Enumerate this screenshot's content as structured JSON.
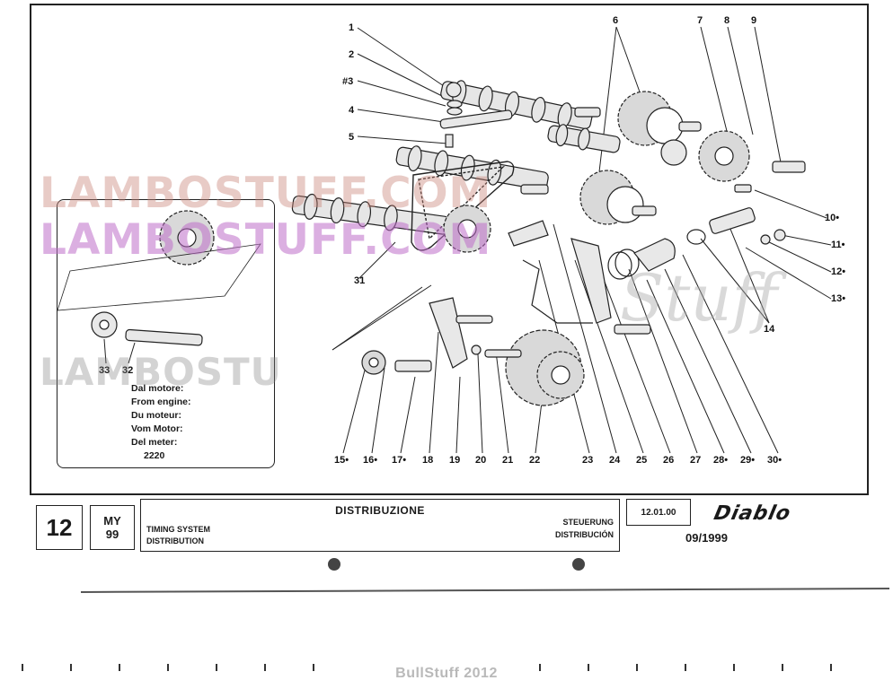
{
  "section": {
    "number": "12"
  },
  "model_year": {
    "label": "MY",
    "year": "99"
  },
  "title": {
    "italian": "DISTRIBUZIONE",
    "english_1": "TIMING SYSTEM",
    "english_2": "DISTRIBUTION",
    "german": "STEUERUNG",
    "spanish": "DISTRIBUCIÓN"
  },
  "sheet_code": "12.01.00",
  "issue_date": "09/1999",
  "model_logo": "Diablo",
  "inset": {
    "labels": [
      "Dal motore:",
      "From engine:",
      "Du moteur:",
      "Vom Motor:",
      "Del meter:"
    ],
    "engine_code": "2220",
    "parts": [
      "33",
      "32"
    ]
  },
  "callouts": {
    "top_left": [
      "1",
      "2",
      "#3",
      "4",
      "5"
    ],
    "top_right": [
      "6",
      "7",
      "8",
      "9"
    ],
    "right_side": [
      "10•",
      "11•",
      "12•",
      "13•",
      "14"
    ],
    "middle": [
      "31"
    ],
    "bottom": [
      "15•",
      "16•",
      "17•",
      "18",
      "19",
      "20",
      "21",
      "22",
      "23",
      "24",
      "25",
      "26",
      "27",
      "28•",
      "29•",
      "30•"
    ]
  },
  "watermarks": {
    "line_1": "LAMBOSTUFF.COM",
    "line_2": "LAMBOSTUFF.COM",
    "line_3": "LAMBOSTU",
    "script": "Stuff"
  },
  "credit": "BullStuff 2012"
}
